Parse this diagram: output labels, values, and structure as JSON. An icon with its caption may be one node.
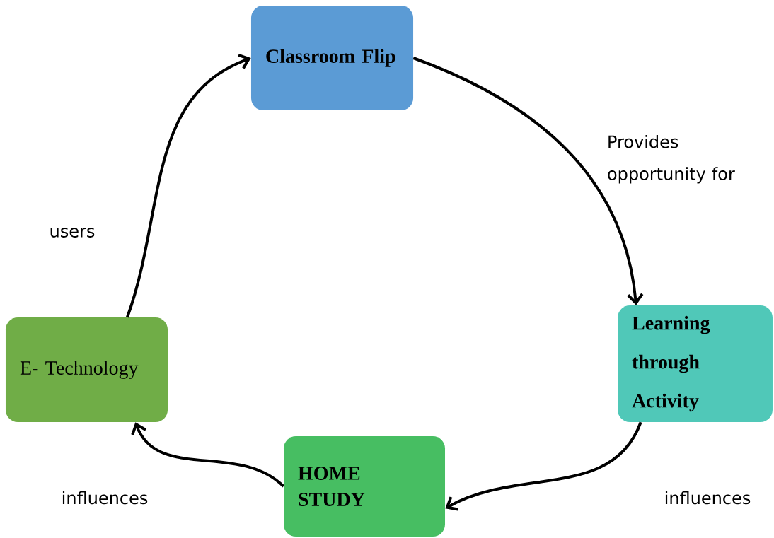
{
  "diagram": {
    "nodes": [
      {
        "text": [
          "Classroom Flip"
        ]
      },
      {
        "text": [
          "Learning through Activity"
        ]
      },
      {
        "text": [
          "HOME STUDY"
        ]
      },
      {
        "text": [
          "E- Technology"
        ]
      }
    ],
    "edges": [
      {
        "from": 0,
        "to": 1,
        "arrow": "to",
        "label": "Provides opportunity for"
      },
      {
        "from": 1,
        "to": 2,
        "arrow": "to",
        "label": "influences"
      },
      {
        "from": 2,
        "to": 3,
        "arrow": "to",
        "label": "influences"
      },
      {
        "from": 3,
        "to": 0,
        "arrow": "to",
        "label": "users"
      }
    ]
  }
}
